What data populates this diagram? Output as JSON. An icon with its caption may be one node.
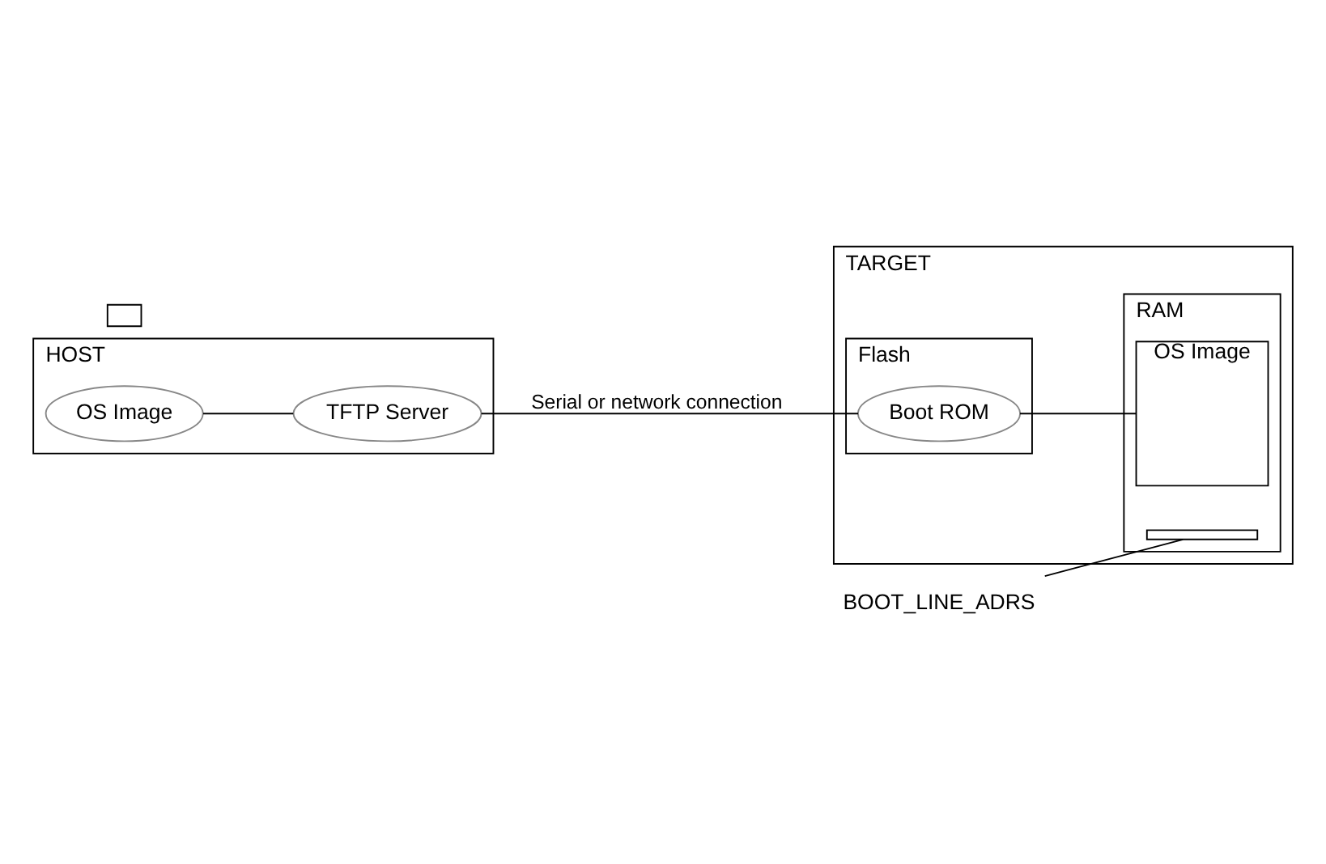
{
  "diagram": {
    "nodes": [
      {
        "text": [
          "HOST"
        ]
      },
      {
        "text": [
          "OS Image"
        ],
        "in": 0
      },
      {
        "text": [
          "TFTP Server"
        ],
        "in": 0
      },
      {
        "text": [
          "TARGET"
        ]
      },
      {
        "text": [
          "Flash"
        ],
        "in": 3
      },
      {
        "text": [
          "Boot ROM"
        ],
        "in": 4
      },
      {
        "text": [
          "RAM"
        ],
        "in": 3
      },
      {
        "text": [],
        "shape": "bar",
        "in": 6
      },
      {
        "text": [
          "OS Image"
        ],
        "in": 6
      },
      {
        "text": [
          "BOOT_LINE_ADRS"
        ]
      },
      {
        "text": [],
        "shape": "box"
      }
    ],
    "edges": [
      {
        "from": 1,
        "to": 2,
        "arrow": "none"
      },
      {
        "from": 2,
        "to": 5,
        "arrow": "none",
        "label": "Serial or network connection"
      },
      {
        "from": 5,
        "to": 8,
        "arrow": "none"
      },
      {
        "from": 9,
        "to": 7,
        "arrow": "none"
      }
    ]
  }
}
